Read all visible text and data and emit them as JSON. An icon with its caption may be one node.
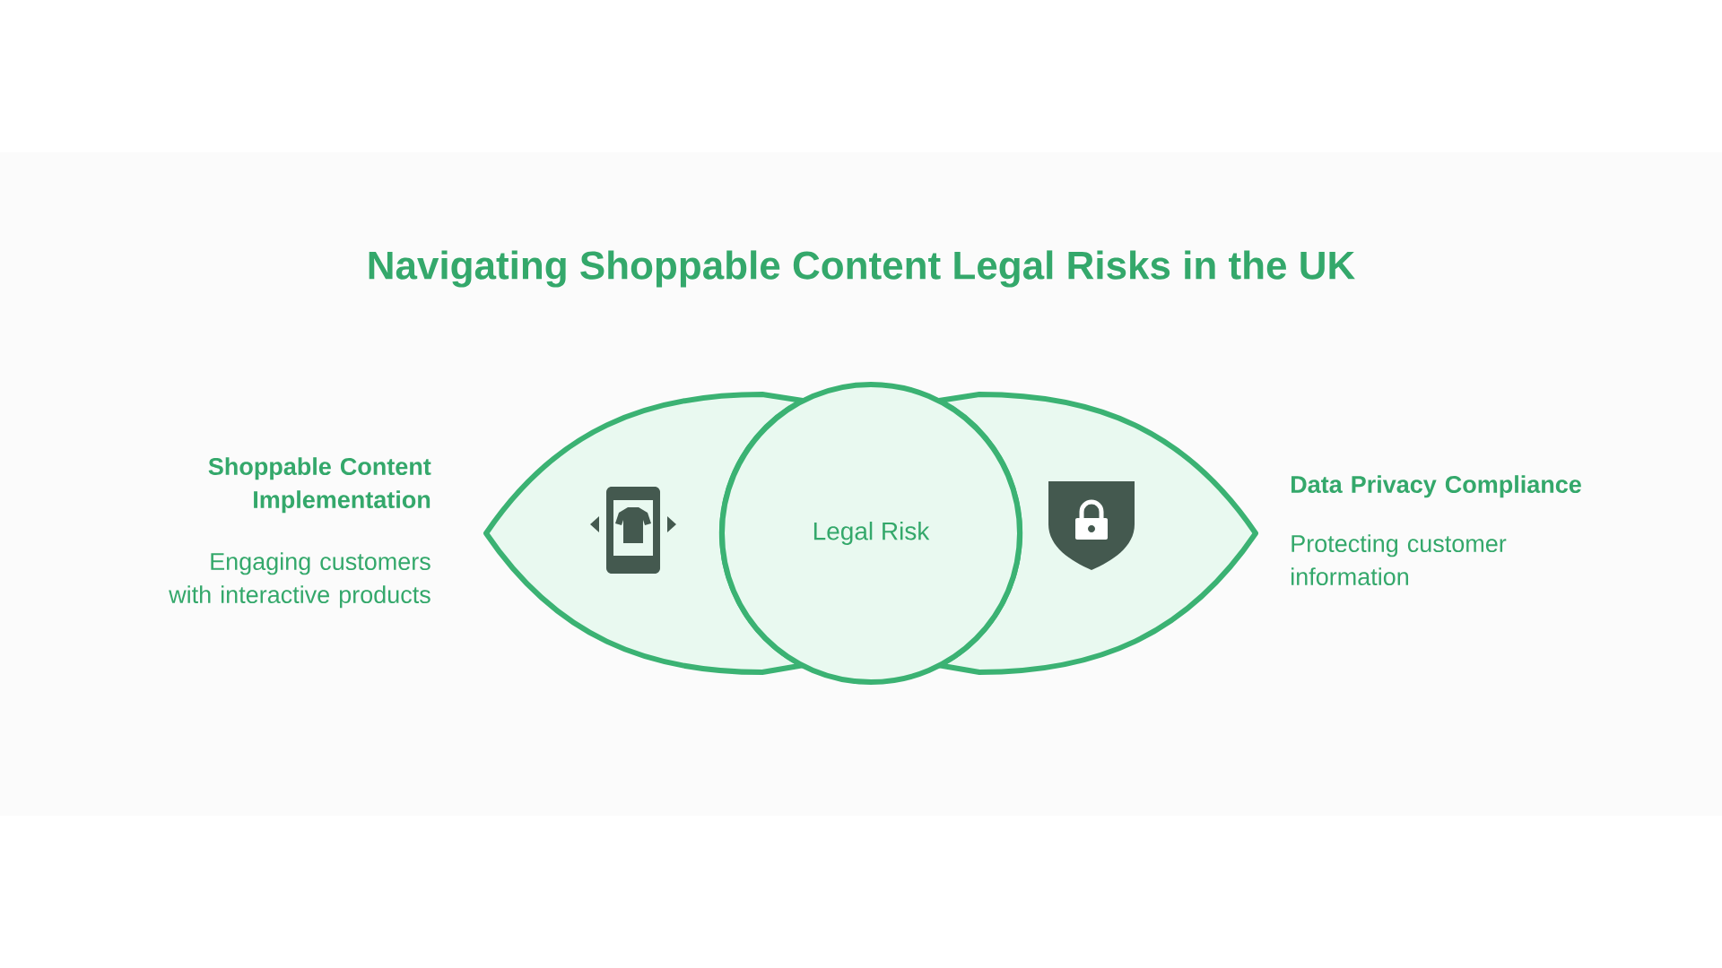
{
  "diagram": {
    "title": "Navigating Shoppable Content Legal Risks in the UK",
    "nodes": [
      {
        "text": [],
        "shape": "lens",
        "beside": [
          "Shoppable Content Implementation",
          "Engaging customers with interactive products"
        ]
      },
      {
        "text": [
          "Legal Risk"
        ]
      },
      {
        "text": [],
        "shape": "lens",
        "beside": [
          "Data Privacy Compliance",
          "Protecting customer information"
        ]
      }
    ]
  }
}
